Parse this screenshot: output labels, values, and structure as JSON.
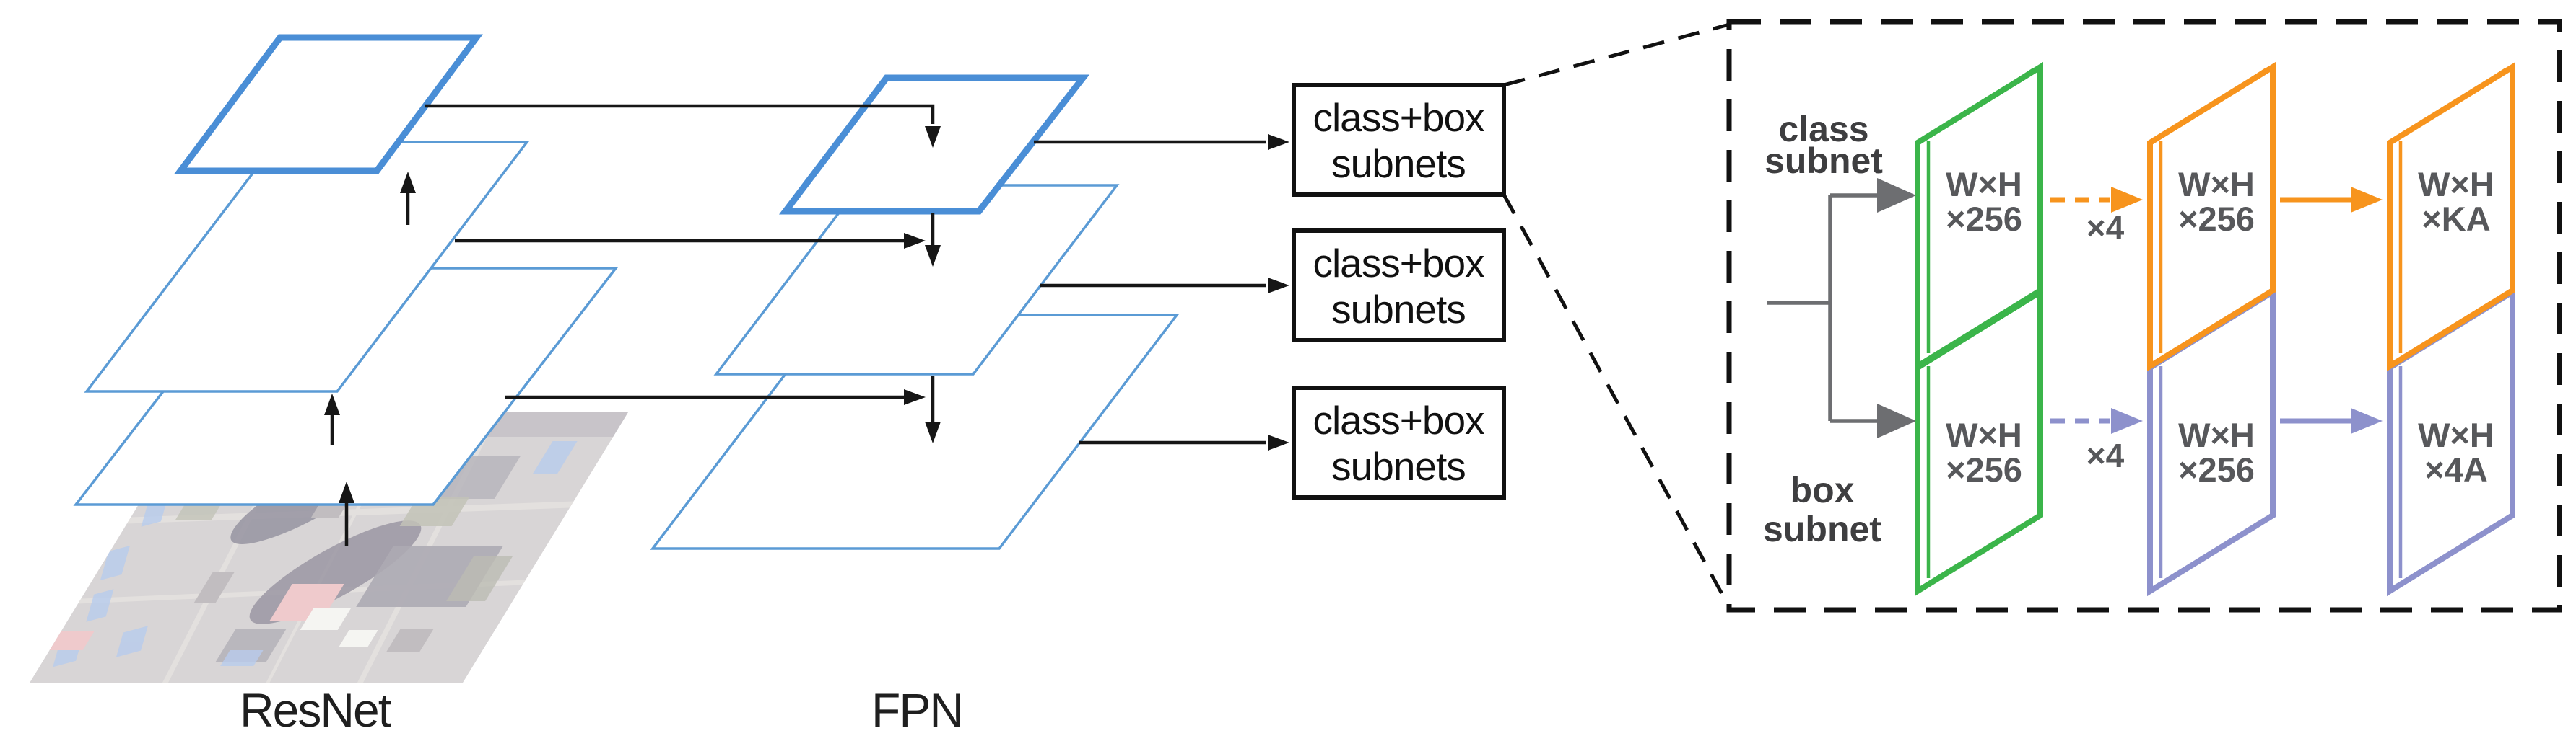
{
  "figure": {
    "backbone_label": "ResNet",
    "fpn_label": "FPN"
  },
  "subnet_boxes": [
    {
      "line1": "class+box",
      "line2": "subnets"
    },
    {
      "line1": "class+box",
      "line2": "subnets"
    },
    {
      "line1": "class+box",
      "line2": "subnets"
    }
  ],
  "detail": {
    "class_subnet_label": {
      "line1": "class",
      "line2": "subnet"
    },
    "box_subnet_label": {
      "line1": "box",
      "line2": "subnet"
    },
    "multiplier": "×4",
    "class_row": [
      {
        "line1": "W×H",
        "line2": "×256"
      },
      {
        "line1": "W×H",
        "line2": "×256"
      },
      {
        "line1": "W×H",
        "line2": "×KA"
      }
    ],
    "box_row": [
      {
        "line1": "W×H",
        "line2": "×256"
      },
      {
        "line1": "W×H",
        "line2": "×256"
      },
      {
        "line1": "W×H",
        "line2": "×4A"
      }
    ]
  },
  "colors": {
    "blue": "#5b9bd5",
    "blue_bold": "#4a8ed6",
    "green": "#3bb54a",
    "orange": "#f7941d",
    "purple": "#8d91cc",
    "gray": "#6d6e71",
    "text_gray": "#57585b",
    "black": "#161616"
  }
}
